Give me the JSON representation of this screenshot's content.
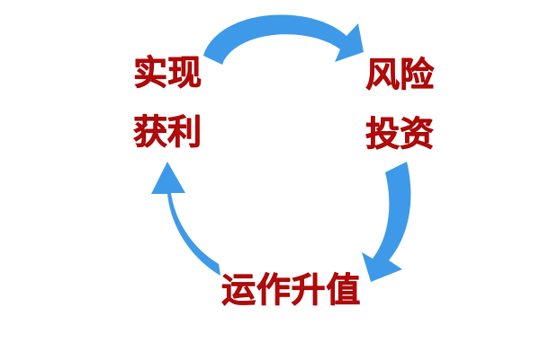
{
  "diagram": {
    "type": "cycle",
    "title": "",
    "background_color": "#ffffff",
    "arrow_color": "#3e9ae8",
    "text_color": "#c00d0d",
    "stage_count": 3,
    "stages": [
      {
        "id": "risk-investment",
        "position": "right",
        "lines": [
          "风险",
          "投资"
        ],
        "line1": "风险",
        "line2": "投资"
      },
      {
        "id": "operate-appreciate",
        "position": "bottom",
        "lines": [
          "运作升值"
        ],
        "line1": "运作升值"
      },
      {
        "id": "realize-profit",
        "position": "left",
        "lines": [
          "实现",
          "获利"
        ],
        "line1": "实现",
        "line2": "获利"
      }
    ],
    "arrows": [
      {
        "id": "arrow-top",
        "from": "realize-profit",
        "to": "risk-investment",
        "direction": "clockwise-top",
        "color": "#3e9ae8"
      },
      {
        "id": "arrow-right",
        "from": "risk-investment",
        "to": "operate-appreciate",
        "direction": "clockwise-right-down",
        "color": "#3e9ae8"
      },
      {
        "id": "arrow-left",
        "from": "operate-appreciate",
        "to": "realize-profit",
        "direction": "clockwise-left-up",
        "color": "#3e9ae8"
      }
    ]
  }
}
